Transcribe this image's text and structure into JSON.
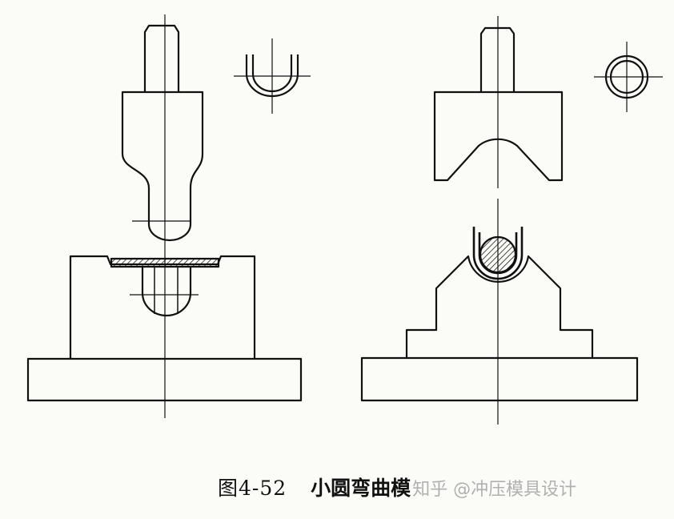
{
  "figure": {
    "number": "图4-52",
    "title": "小圆弯曲模",
    "watermark": "知乎 @冲压模具设计"
  },
  "colors": {
    "line": "#111111",
    "background": "#fbfbf8",
    "watermark": "#b0b0b0"
  }
}
